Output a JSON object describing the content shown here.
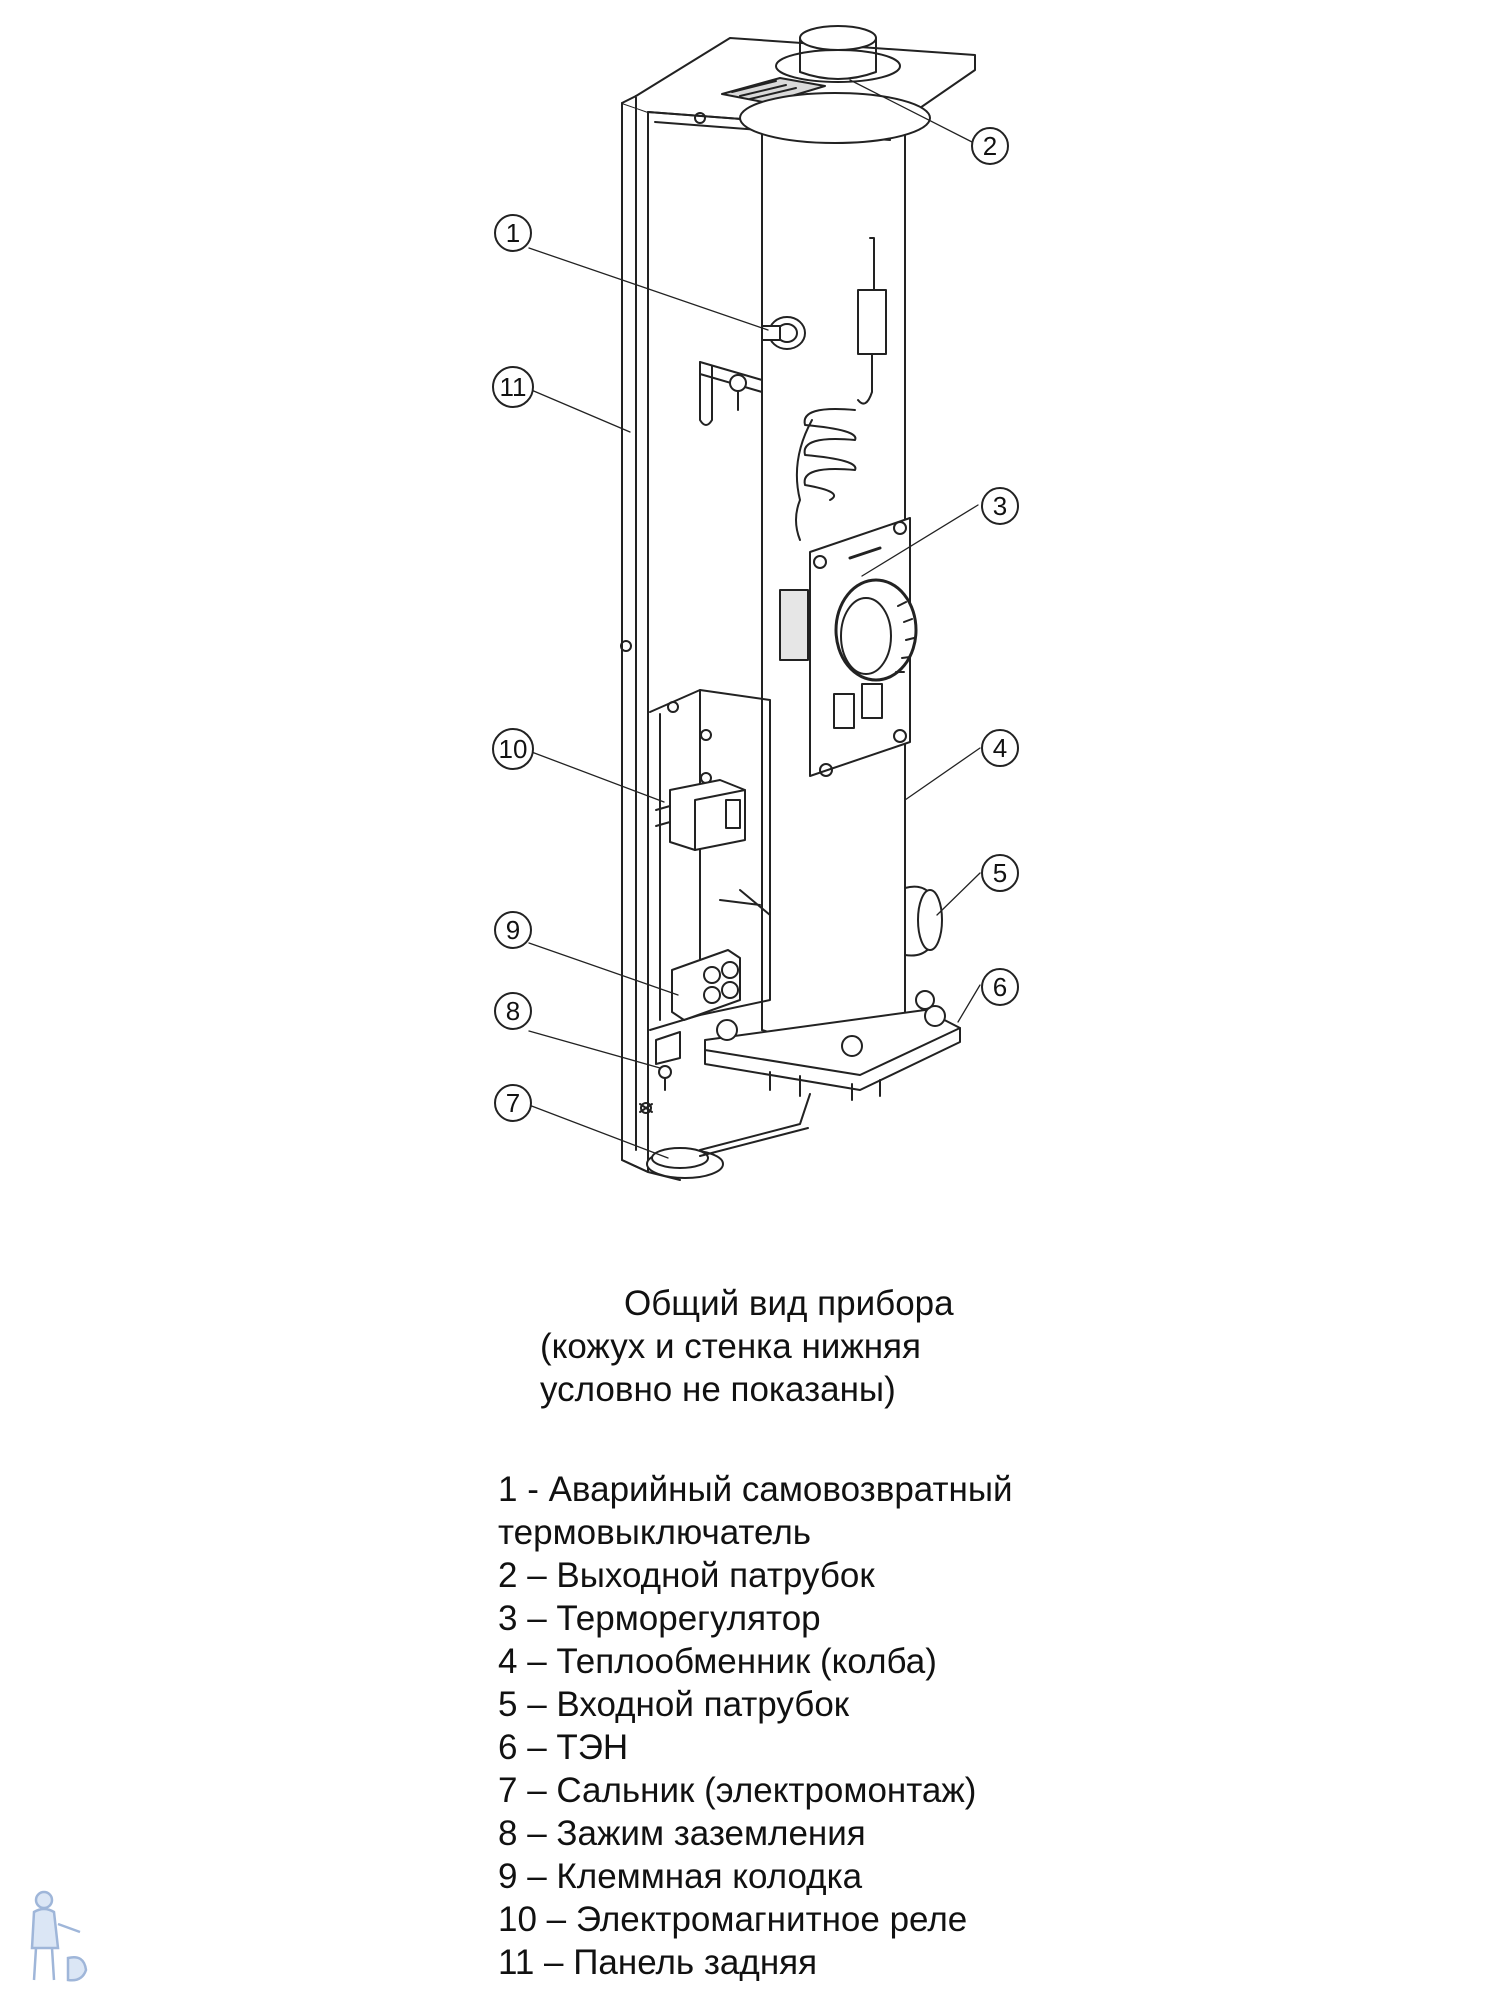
{
  "callouts": [
    "1",
    "2",
    "3",
    "4",
    "5",
    "6",
    "7",
    "8",
    "9",
    "10",
    "11"
  ],
  "caption": {
    "line1": "Общий вид прибора",
    "line2": "(кожух и стенка нижняя",
    "line3": "условно не показаны)"
  },
  "legend": {
    "items": [
      "1 - Аварийный самовозвратный",
      "термовыключатель",
      "2 – Выходной патрубок",
      "3 – Терморегулятор",
      "4 – Теплообменник (колба)",
      "5 – Входной патрубок",
      "6 – ТЭН",
      "7 – Сальник (электромонтаж)",
      "8 – Зажим заземления",
      "9 – Клеммная колодка",
      "10 – Электромагнитное реле",
      "11 – Панель задняя"
    ]
  },
  "colors": {
    "line": "#222222",
    "fill": "#ffffff",
    "shade": "#e6e6e6",
    "watermark": "#9fb6d9"
  },
  "icons": {
    "watermark": "plumber-logo-icon",
    "dial": "thermostat-dial-icon"
  }
}
